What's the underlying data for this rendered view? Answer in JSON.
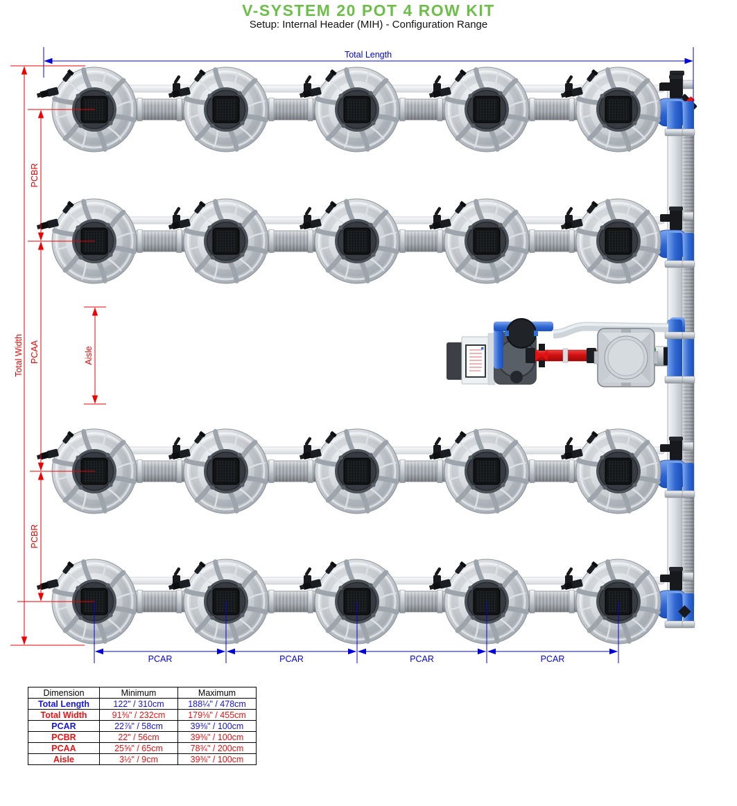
{
  "title": "V-SYSTEM 20 POT 4 ROW KIT",
  "subtitle": "Setup: Internal Header (MIH) - Configuration Range",
  "colors": {
    "title_green": "#6cbf47",
    "dimension_blue": "#0202dd",
    "dimension_red": "#ee0202",
    "table_blue": "#1414e8",
    "table_red": "#ee1111"
  },
  "labels": {
    "total_length": "Total Length",
    "total_width": "Total Width",
    "pcbr_top": "PCBR",
    "pcaa": "PCAA",
    "pcbr_bottom": "PCBR",
    "aisle": "Aisle",
    "pcar": [
      "PCAR",
      "PCAR",
      "PCAR",
      "PCAR"
    ]
  },
  "diagram": {
    "rows": 4,
    "pots_per_row": 5,
    "pot_centers_x": [
      136,
      326,
      515,
      702,
      892
    ],
    "row_centers_y": [
      158,
      348,
      680,
      868
    ],
    "pot_diameter": 122
  },
  "table": {
    "headers": [
      "Dimension",
      "Minimum",
      "Maximum"
    ],
    "rows": [
      {
        "dimension": "Total Length",
        "min": "122\" / 310cm",
        "max": "188¼\" / 478cm",
        "color": "blue"
      },
      {
        "dimension": "Total Width",
        "min": "91⅜\" / 232cm",
        "max": "179⅛\" / 455cm",
        "color": "red"
      },
      {
        "dimension": "PCAR",
        "min": "22⅞\" / 58cm",
        "max": "39⅜\" / 100cm",
        "color": "blue"
      },
      {
        "dimension": "PCBR",
        "min": "22\" / 56cm",
        "max": "39⅜\" / 100cm",
        "color": "red"
      },
      {
        "dimension": "PCAA",
        "min": "25⅝\" / 65cm",
        "max": "78¾\" / 200cm",
        "color": "red"
      },
      {
        "dimension": "Aisle",
        "min": "3½\" / 9cm",
        "max": "39⅜\" / 100cm",
        "color": "red"
      }
    ]
  }
}
